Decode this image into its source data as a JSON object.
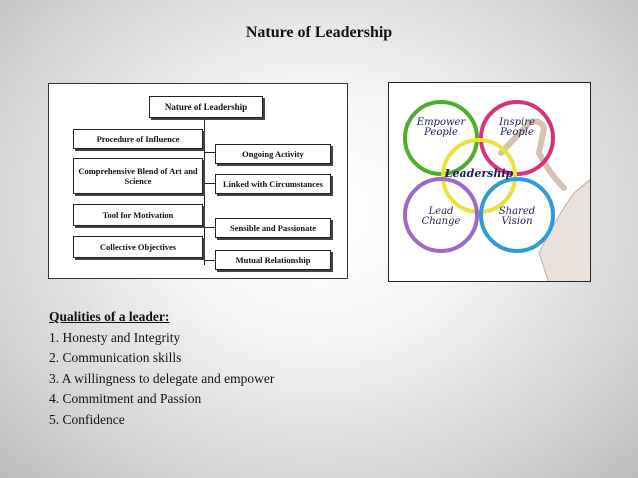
{
  "title": "Nature of Leadership",
  "diagram": {
    "root": "Nature of Leadership",
    "left": [
      "Procedure of Influence",
      "Comprehensive Blend of Art and Science",
      "Tool for Motivation",
      "Collective Objectives"
    ],
    "right": [
      "Ongoing Activity",
      "Linked with Circumstances",
      "Sensible and Passionate",
      "Mutual Relationship"
    ]
  },
  "leadership_image": {
    "center": "Leadership",
    "empower": "Empower People",
    "inspire": "Inspire People",
    "lead_change": "Lead Change",
    "shared_vision": "Shared Vision",
    "colors": {
      "empower": "#4caf2a",
      "inspire": "#d8337a",
      "center": "#e8e23a",
      "lead_change": "#9b6bc9",
      "shared_vision": "#2f9bd8"
    }
  },
  "qualities": {
    "heading": "Qualities of a leader:",
    "items": [
      "1. Honesty and Integrity",
      "2. Communication skills",
      "3. A willingness to delegate and empower",
      "4. Commitment and Passion",
      "5. Confidence"
    ]
  }
}
